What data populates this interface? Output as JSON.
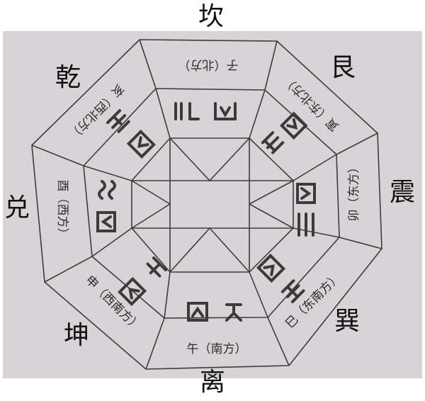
{
  "trigrams": {
    "kan": "坎",
    "gen": "艮",
    "zhen": "震",
    "xun": "巽",
    "li": "离",
    "kun": "坤",
    "dui": "兑",
    "qian": "乾"
  },
  "outer_ring": {
    "north": "子（北方）",
    "northeast": "寅（东北方）",
    "east": "卯（东方）",
    "southeast": "巳（东南方）",
    "south": "午（南方）",
    "southwest": "申（西南方）",
    "west": "酉（西方）",
    "northwest": "亥（西北方）"
  }
}
